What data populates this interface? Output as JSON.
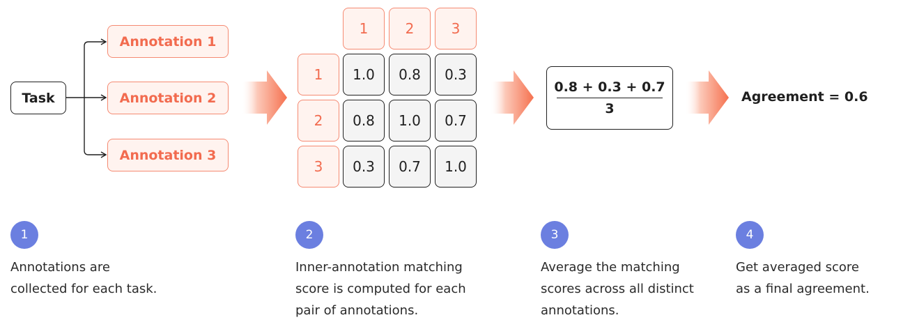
{
  "diagram": {
    "task_label": "Task",
    "annotations": [
      "Annotation 1",
      "Annotation 2",
      "Annotation 3"
    ],
    "matrix": {
      "col_headers": [
        "1",
        "2",
        "3"
      ],
      "row_headers": [
        "1",
        "2",
        "3"
      ],
      "cells": [
        [
          "1.0",
          "0.8",
          "0.3"
        ],
        [
          "0.8",
          "1.0",
          "0.7"
        ],
        [
          "0.3",
          "0.7",
          "1.0"
        ]
      ]
    },
    "formula": {
      "numerator": "0.8 + 0.3 + 0.7",
      "denominator": "3"
    },
    "result": "Agreement = 0.6",
    "colors": {
      "accent": "#f26b4f",
      "accent_border": "#f58a72",
      "accent_fill": "#fff3ef",
      "badge": "#6b7fe0",
      "cell_fill": "#f4f4f4",
      "dark": "#1f1f1f"
    }
  },
  "steps": [
    {
      "number": "1",
      "text": "Annotations are\ncollected for each task."
    },
    {
      "number": "2",
      "text": "Inner-annotation matching\nscore is computed for each\npair of annotations."
    },
    {
      "number": "3",
      "text": "Average the matching\nscores across all distinct\nannotations."
    },
    {
      "number": "4",
      "text": "Get averaged score\nas a final agreement."
    }
  ]
}
